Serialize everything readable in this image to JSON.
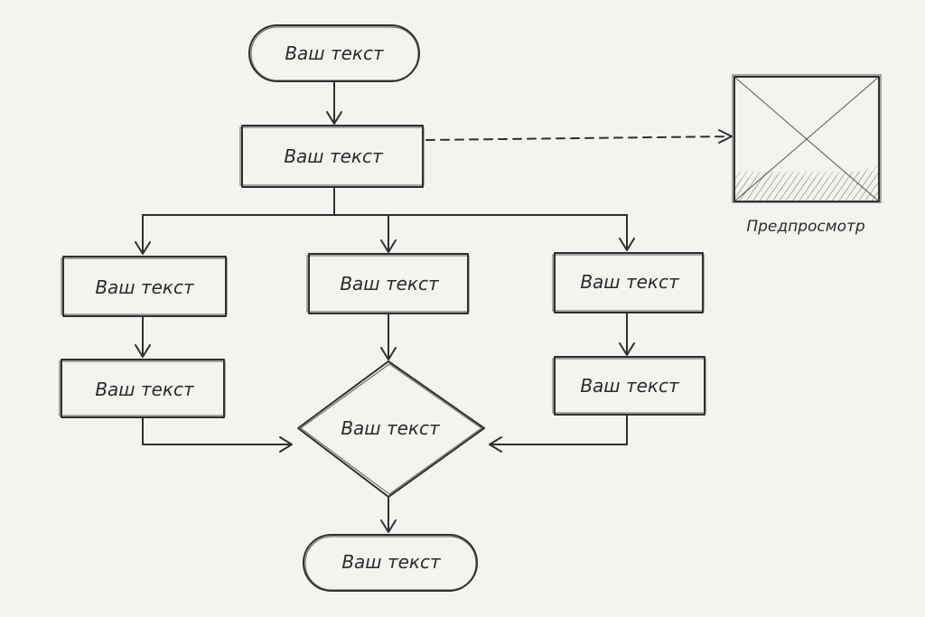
{
  "diagram": {
    "nodes": {
      "start": "Ваш текст",
      "process_top": "Ваш текст",
      "left_1": "Ваш текст",
      "left_2": "Ваш текст",
      "center_1": "Ваш текст",
      "right_1": "Ваш текст",
      "right_2": "Ваш текст",
      "decision": "Ваш текст",
      "end": "Ваш текст"
    },
    "preview": {
      "caption": "Предпросмотр",
      "icon": "image-placeholder-icon"
    },
    "colors": {
      "ink": "#2f2f2f",
      "paper": "#f4f3f0"
    }
  }
}
